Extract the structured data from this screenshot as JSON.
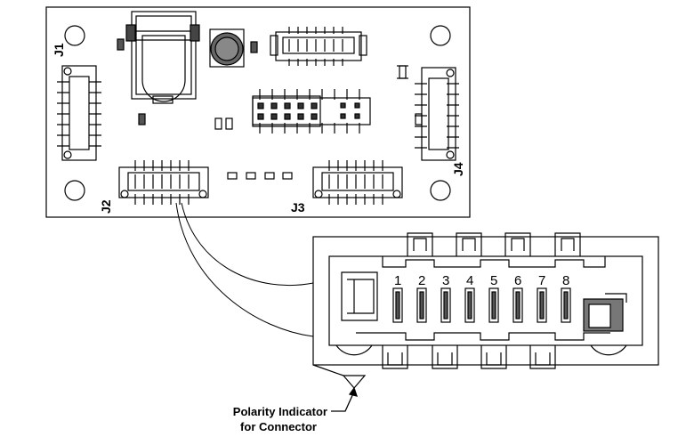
{
  "board": {
    "connectors": {
      "j1": "J1",
      "j2": "J2",
      "j3": "J3",
      "j4": "J4"
    }
  },
  "detail": {
    "pin_numbers": [
      "1",
      "2",
      "3",
      "4",
      "5",
      "6",
      "7",
      "8"
    ]
  },
  "callout": {
    "line1": "Polarity Indicator",
    "line2": "for Connector"
  }
}
